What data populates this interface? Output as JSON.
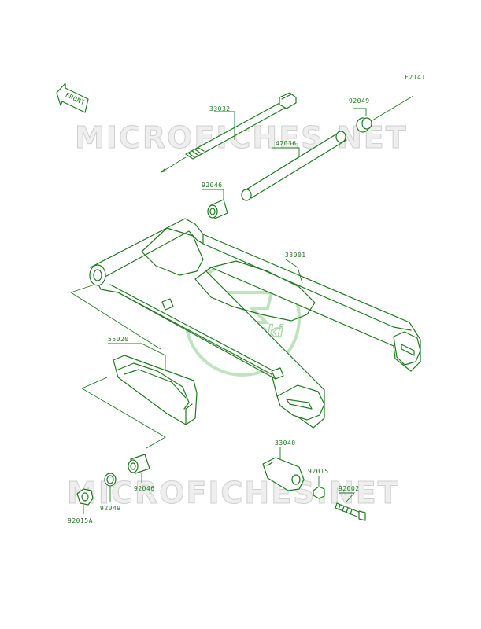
{
  "figure_code": "F2141",
  "front_label": "FRONT",
  "watermark_text": "MICROFICHES.NET",
  "logo_text": "Kawasaki",
  "colors": {
    "line": "#1f7a1f",
    "watermark": "#cfcfcf",
    "logo": "#9fd39f"
  },
  "parts": [
    {
      "number": "33032"
    },
    {
      "number": "92049"
    },
    {
      "number": "42036"
    },
    {
      "number": "92046"
    },
    {
      "number": "33001"
    },
    {
      "number": "55020"
    },
    {
      "number": "33040"
    },
    {
      "number": "92015"
    },
    {
      "number": "92002"
    },
    {
      "number": "92046"
    },
    {
      "number": "92049"
    },
    {
      "number": "92015A"
    }
  ]
}
